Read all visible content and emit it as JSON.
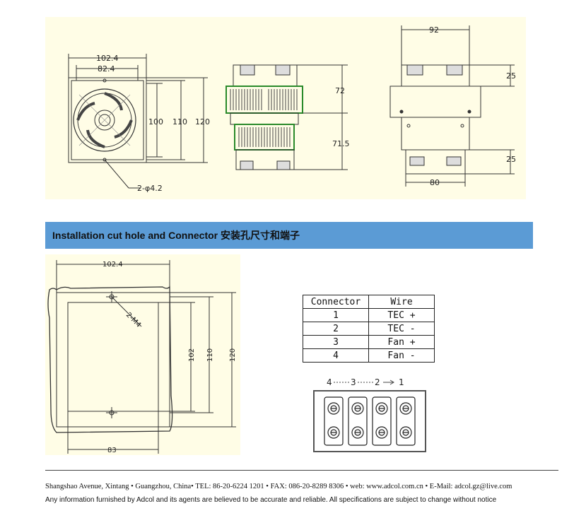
{
  "drawing_top": {
    "front_view": {
      "width_outer": "102.4",
      "width_inner": "82.4",
      "height_a": "100",
      "height_b": "110",
      "height_c": "120",
      "holes": "2-φ4.2"
    },
    "side_view": {
      "upper_height": "72",
      "lower_height": "71.5"
    },
    "end_view": {
      "top_width": "92",
      "top_gap": "25",
      "bottom_gap": "25",
      "bottom_width": "80"
    }
  },
  "section": {
    "heading": "Installation cut hole and Connector 安装孔尺寸和端子"
  },
  "cutout": {
    "width_top": "102.4",
    "holes": "2-M4",
    "height_a": "102",
    "height_b": "110",
    "height_c": "120",
    "width_bottom": "83"
  },
  "connector_table": {
    "headers": [
      "Connector",
      "Wire"
    ],
    "rows": [
      [
        "1",
        "TEC +"
      ],
      [
        "2",
        "TEC -"
      ],
      [
        "3",
        "Fan +"
      ],
      [
        "4",
        "Fan -"
      ]
    ]
  },
  "terminal": {
    "labels": [
      "4",
      "3",
      "2",
      "1"
    ]
  },
  "footer": {
    "address": "Shangshao Avenue, Xintang • Guangzhou, China• TEL: 86-20-6224 1201 • FAX: 086-20-8289 8306 • web: www.adcol.com.cn • E-Mail: adcol.gz@live.com",
    "disclaimer": "Any information furnished by Adcol and its agents are believed to be accurate and reliable.    All specifications are subject to change without notice"
  }
}
